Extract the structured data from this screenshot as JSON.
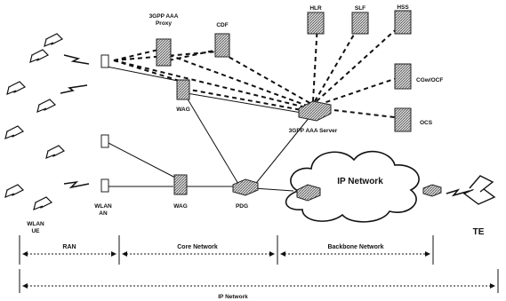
{
  "labels": {
    "aaa_proxy_line1": "3GPP AAA",
    "aaa_proxy_line2": "Proxy",
    "cdf": "CDF",
    "hlr": "HLR",
    "slf": "SLF",
    "hss": "HSS",
    "cgw_ocf": "CGw/OCF",
    "ocs": "OCS",
    "aaa_server": "3GPP AAA Server",
    "wag_top": "WAG",
    "wag_bottom": "WAG",
    "pdg": "PDG",
    "wlan_an_line1": "WLAN",
    "wlan_an_line2": "AN",
    "wlan_ue_line1": "WLAN",
    "wlan_ue_line2": "UE",
    "ip_network_cloud": "IP Network",
    "te": "TE"
  },
  "segments": {
    "ran": "RAN",
    "core_network": "Core Network",
    "backbone_network": "Backbone Network",
    "ip_network": "IP  Network"
  }
}
